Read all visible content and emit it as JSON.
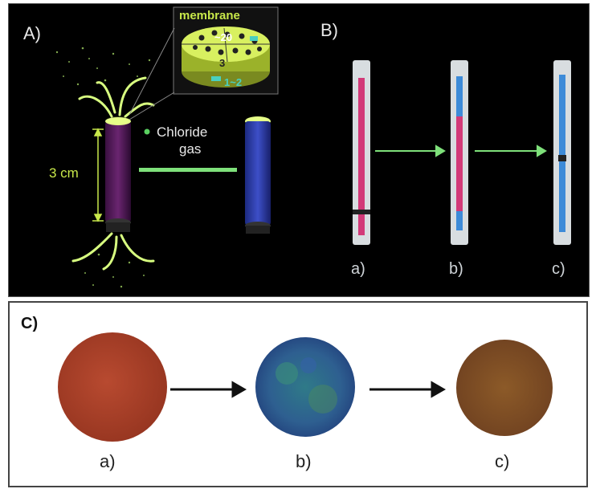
{
  "panel_a": {
    "label": "A)",
    "inset_label": "membrane",
    "inset_dim_top": "~20",
    "inset_dim_mid": "3",
    "inset_dim_bottom": "1~2",
    "gas_label_line1": "Chloride",
    "gas_label_line2": "gas",
    "height_label": "3 cm"
  },
  "panel_b": {
    "label": "B)",
    "tube_labels": [
      "a)",
      "b)",
      "c)"
    ]
  },
  "panel_c": {
    "label": "C)",
    "disc_labels": [
      "a)",
      "b)",
      "c)"
    ]
  },
  "colors": {
    "annotation_green": "#c8e84a",
    "arrow_green": "#7ee07a",
    "tube_pink": "#d23a78",
    "tube_blue": "#3d8bd8",
    "disc_a": "#b0432a",
    "disc_b": "#2f6f86",
    "disc_c": "#8c5a2a"
  }
}
